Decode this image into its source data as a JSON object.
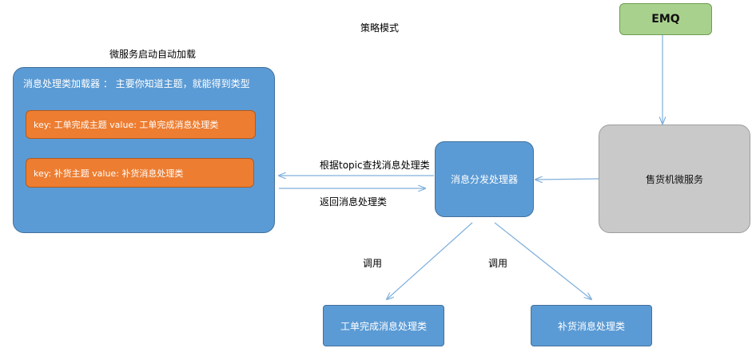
{
  "title": "策略模式",
  "loader_caption": "微服务启动自动加载",
  "loader": {
    "header": "消息处理类加载器 ： 主要你知道主题，就能得到类型",
    "entries": [
      {
        "text": "key: 工单完成主题   value: 工单完成消息处理类"
      },
      {
        "text": "key: 补货主题   value: 补货消息处理类"
      }
    ]
  },
  "nodes": {
    "emq": "EMQ",
    "vending": "售货机微服务",
    "dispatcher": "消息分发处理器",
    "work_order_handler": "工单完成消息处理类",
    "restock_handler": "补货消息处理类"
  },
  "edge_labels": {
    "lookup": "根据topic查找消息处理类",
    "return": "返回消息处理类",
    "call_left": "调用",
    "call_right": "调用"
  },
  "colors": {
    "blue": "#5b9bd5",
    "orange": "#ed7d31",
    "gray": "#c9c9c9",
    "green": "#a9d18e",
    "arrow": "#7fb0dc"
  }
}
